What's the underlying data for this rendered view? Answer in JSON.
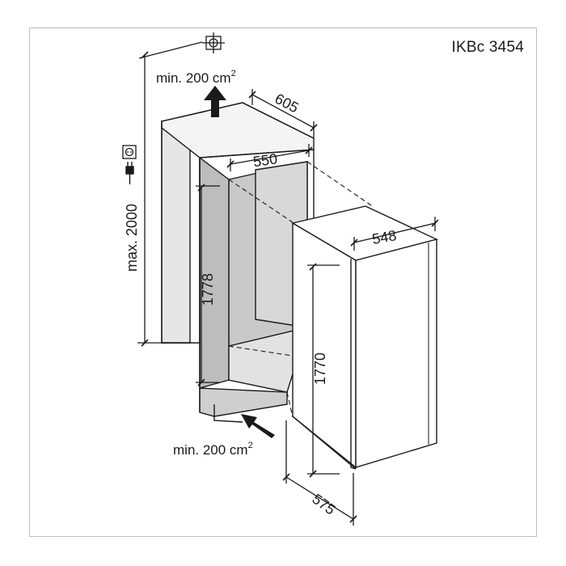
{
  "model": "IKBc 3454",
  "dimensions": {
    "niche_depth": "605",
    "niche_inner_width": "550",
    "niche_height": "1778",
    "appliance_width": "548",
    "appliance_height": "1770",
    "appliance_depth": "575",
    "max_height": "max. 2000"
  },
  "ventilation": {
    "top": "min. 200 cm",
    "top_sup": "2",
    "bottom": "min. 200 cm",
    "bottom_sup": "2"
  },
  "colors": {
    "line": "#1a1a1a",
    "niche_fill": "#d4d4d4",
    "frame": "#bdbdbd"
  },
  "icons": [
    "ventilation-grille-icon",
    "power-socket-icon",
    "power-plug-icon",
    "airflow-arrow-up",
    "airflow-arrow-in"
  ]
}
